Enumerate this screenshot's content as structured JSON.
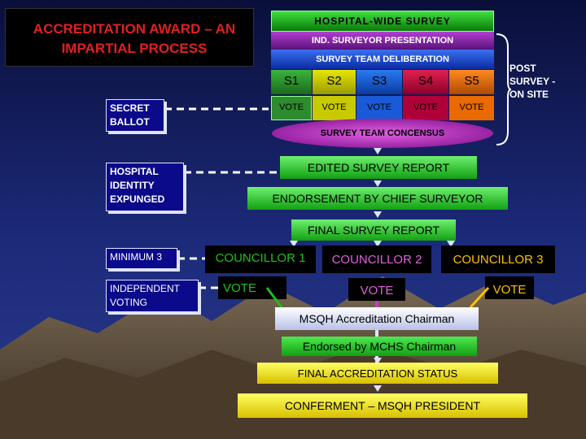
{
  "title": "ACCREDITATION AWARD – AN IMPARTIAL PROCESS",
  "steps": {
    "hospital_wide_survey": "HOSPITAL-WIDE SURVEY",
    "ind_surveyor_presentation": "IND. SURVEYOR PRESENTATION",
    "survey_team_deliberation": "SURVEY TEAM DELIBERATION",
    "survey_team_concensus": "SURVEY TEAM CONCENSUS",
    "edited_survey_report": "EDITED SURVEY REPORT",
    "endorsement": "ENDORSEMENT BY CHIEF SURVEYOR",
    "final_survey_report": "FINAL SURVEY REPORT",
    "msqh_chairman": "MSQH Accreditation Chairman",
    "mchs_chairman": "Endorsed by MCHS Chairman",
    "final_status": "FINAL ACCREDITATION STATUS",
    "conferment": "CONFERMENT – MSQH PRESIDENT"
  },
  "surveyors": [
    {
      "label": "S1",
      "vote": "VOTE",
      "color": "#2e8b2e"
    },
    {
      "label": "S2",
      "vote": "VOTE",
      "color": "#c9c900"
    },
    {
      "label": "S3",
      "vote": "VOTE",
      "color": "#0050d8"
    },
    {
      "label": "S4",
      "vote": "VOTE",
      "color": "#b0003a"
    },
    {
      "label": "S5",
      "vote": "VOTE",
      "color": "#e86a00"
    }
  ],
  "post_survey": "POST SURVEY - ON SITE",
  "notes": {
    "secret_ballot": "SECRET BALLOT",
    "identity_expunged": "HOSPITAL IDENTITY EXPUNGED",
    "minimum_3": "MINIMUM 3",
    "independent_voting": "INDEPENDENT VOTING"
  },
  "councillors": [
    {
      "label": "COUNCILLOR 1",
      "vote": "VOTE",
      "color": "#1ec01e"
    },
    {
      "label": "COUNCILLOR 2",
      "vote": "VOTE",
      "color": "#c83cc8"
    },
    {
      "label": "COUNCILLOR 3",
      "vote": "VOTE",
      "color": "#ffc000"
    }
  ]
}
